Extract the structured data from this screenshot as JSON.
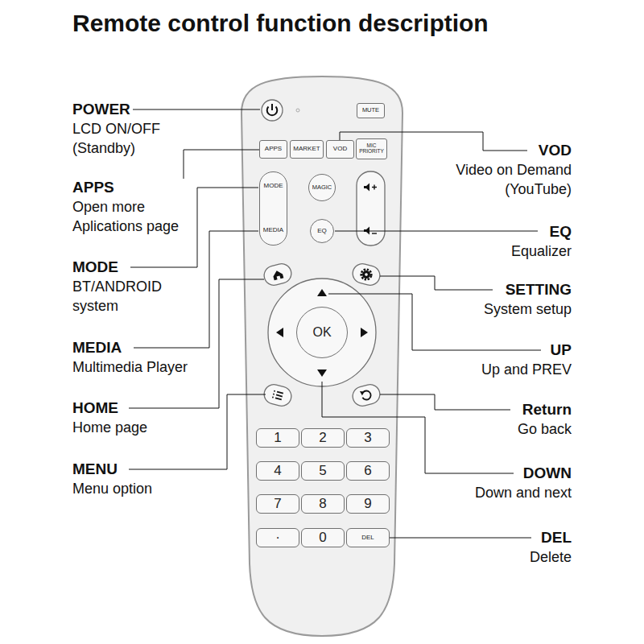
{
  "diagram": {
    "title": "Remote control function description",
    "nodes": [
      {
        "text": [
          "MUTE"
        ]
      },
      {
        "text": [
          "APPS"
        ]
      },
      {
        "text": [
          "MARKET"
        ]
      },
      {
        "text": [
          "VOD"
        ]
      },
      {
        "text": [
          "MIC PRIORITY"
        ]
      },
      {
        "text": [
          "MODE",
          "MEDIA"
        ]
      },
      {
        "text": [
          "MAGIC"
        ]
      },
      {
        "text": [
          "EQ"
        ]
      },
      {
        "text": [
          "OK"
        ]
      },
      {
        "text": [
          "1"
        ]
      },
      {
        "text": [
          "2"
        ]
      },
      {
        "text": [
          "3"
        ]
      },
      {
        "text": [
          "4"
        ]
      },
      {
        "text": [
          "5"
        ]
      },
      {
        "text": [
          "6"
        ]
      },
      {
        "text": [
          "7"
        ]
      },
      {
        "text": [
          "8"
        ]
      },
      {
        "text": [
          "9"
        ]
      },
      {
        "text": [
          "·"
        ]
      },
      {
        "text": [
          "0"
        ]
      },
      {
        "text": [
          "DEL"
        ]
      }
    ],
    "labels": [
      "POWER",
      "LCD ON/OFF (Standby)",
      "VOD",
      "Video on Demand (YouTube)",
      "APPS",
      "Open more Aplications page",
      "EQ",
      "Equalizer",
      "MODE",
      "BT/ANDROID system",
      "SETTING",
      "System setup",
      "MEDIA",
      "Multimedia Player",
      "UP",
      "Up and PREV",
      "HOME",
      "Home page",
      "Return",
      "Go back",
      "MENU",
      "Menu option",
      "DOWN",
      "Down and next",
      "DEL",
      "Delete"
    ]
  }
}
